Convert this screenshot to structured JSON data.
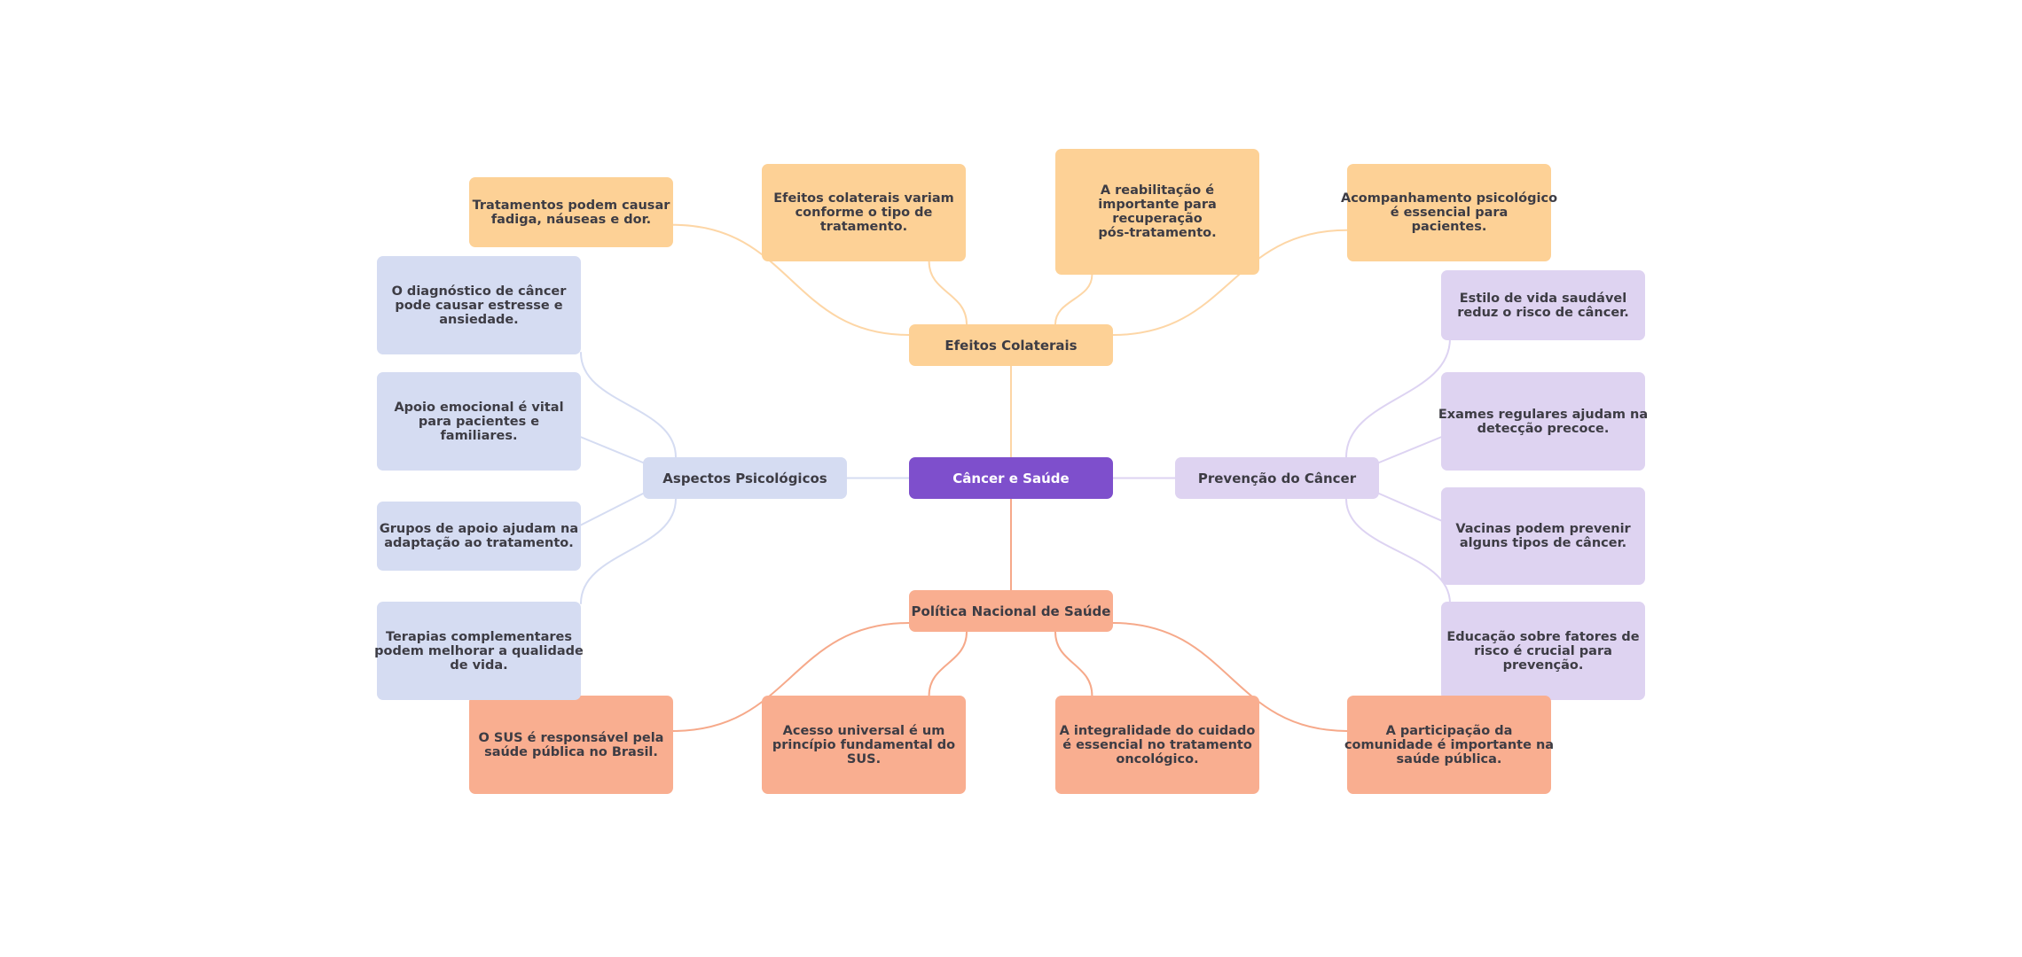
{
  "title": "Câncer e Saúde",
  "colors": {
    "root": "#7e4fcc",
    "efeitos": "#fdd196",
    "politica": "#f9ae90",
    "aspectos": "#d5dcf2",
    "prevencao": "#ded3f1",
    "edge_efeitos": "#fdd6a6",
    "edge_politica": "#f6a98a",
    "edge_aspectos": "#d5dcf2",
    "edge_prevencao": "#ddd3f2",
    "text": "#3d3c44"
  },
  "root": {
    "label": "Câncer e Saúde"
  },
  "branches": {
    "efeitos": {
      "label": "Efeitos Colaterais",
      "children": [
        "Tratamentos podem causar\nfadiga, náuseas e dor.",
        "Efeitos colaterais variam\nconforme o tipo de\ntratamento.",
        "A reabilitação é\nimportante para\nrecuperação\npós-tratamento.",
        "Acompanhamento psicológico\né essencial para\npacientes."
      ]
    },
    "aspectos": {
      "label": "Aspectos Psicológicos",
      "children": [
        "O diagnóstico de câncer\npode causar estresse e\nansiedade.",
        "Apoio emocional é vital\npara pacientes e\nfamiliares.",
        "Grupos de apoio ajudam na\nadaptação ao tratamento.",
        "Terapias complementares\npodem melhorar a qualidade\nde vida."
      ]
    },
    "prevencao": {
      "label": "Prevenção do Câncer",
      "children": [
        "Estilo de vida saudável\nreduz o risco de câncer.",
        "Exames regulares ajudam na\ndetecção precoce.",
        "Vacinas podem prevenir\nalguns tipos de câncer.",
        "Educação sobre fatores de\nrisco é crucial para\nprevenção."
      ]
    },
    "politica": {
      "label": "Política Nacional de Saúde",
      "children": [
        "O SUS é responsável pela\nsaúde pública no Brasil.",
        "Acesso universal é um\nprincípio fundamental do\nSUS.",
        "A integralidade do cuidado\né essencial no tratamento\noncológico.",
        "A participação da\ncomunidade é importante na\nsaúde pública."
      ]
    }
  }
}
